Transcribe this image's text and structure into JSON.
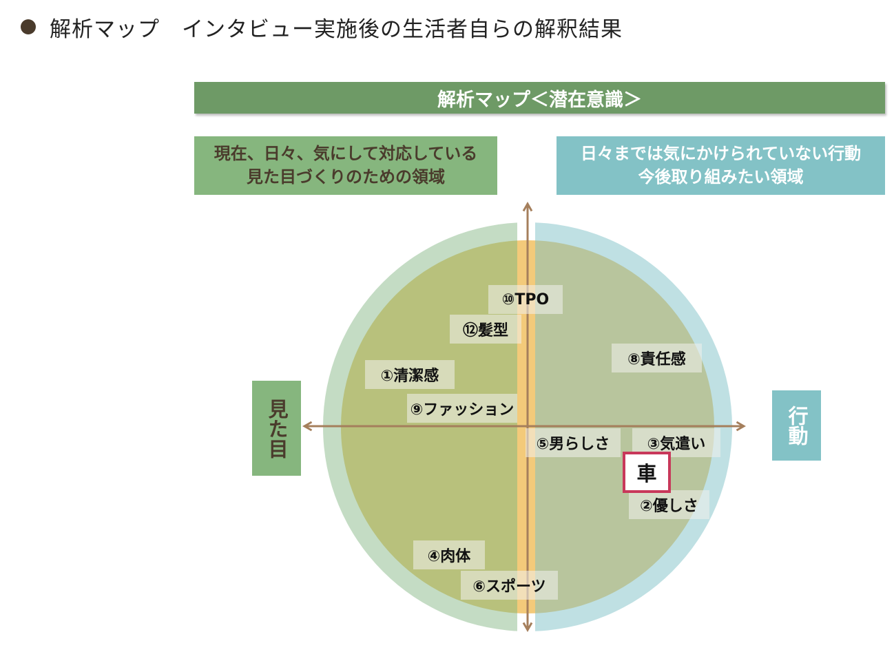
{
  "page": {
    "title": "解析マップ　インタビュー実施後の生活者自らの解釈結果"
  },
  "banner": {
    "title": "解析マップ＜潜在意識＞"
  },
  "regions": {
    "left": {
      "line1": "現在、日々、気にして対応している",
      "line2": "見た目づくりのための領域"
    },
    "right": {
      "line1": "日々までは気にかけられていない行動",
      "line2": "今後取り組みたい領域"
    }
  },
  "axes": {
    "left_label": "見た目",
    "right_label": "行動"
  },
  "items": {
    "i10": "⑩TPO",
    "i12": "⑫髪型",
    "i1": "①清潔感",
    "i9": "⑨ファッション",
    "i8": "⑧責任感",
    "i5": "⑤男らしさ",
    "i3": "③気遣い",
    "i2": "②優しさ",
    "i4": "④肉体",
    "i6": "⑥スポーツ"
  },
  "highlight": {
    "label": "車",
    "border_color": "#c8385a"
  },
  "colors": {
    "banner": "#6e9a66",
    "region_left": "#86b67e",
    "region_right": "#83c2c6",
    "arrow": "#a57f5c",
    "center_band": "#f2c46b"
  }
}
